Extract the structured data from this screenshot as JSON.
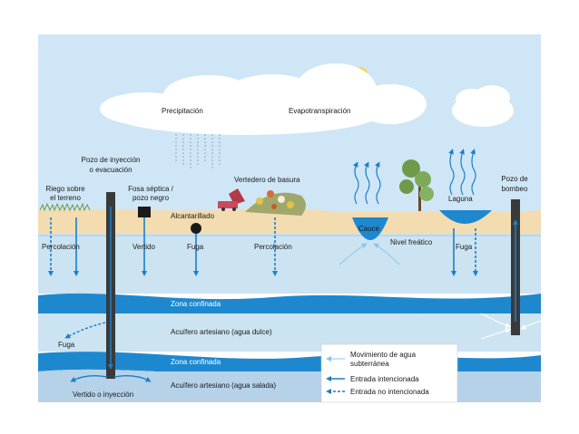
{
  "labels": {
    "precipitacion": "Precipitación",
    "evapotranspiracion": "Evapotranspiración",
    "pozo_inyeccion_1": "Pozo de inyección",
    "pozo_inyeccion_2": "o evacuación",
    "riego_1": "Riego sobre",
    "riego_2": "el terreno",
    "fosa_1": "Fosa séptica /",
    "fosa_2": "pozo negro",
    "vertedero": "Vertedero de basura",
    "alcantarillado": "Alcantarillado",
    "cauce": "Cauce",
    "laguna": "Laguna",
    "pozo_bombeo_1": "Pozo de",
    "pozo_bombeo_2": "bombeo",
    "nivel_freatico": "Nivel freático",
    "percolacion_left": "Percolación",
    "vertido": "Vertido",
    "fuga_mid": "Fuga",
    "percolacion_mid": "Percolación",
    "fuga_right": "Fuga",
    "zona_confinada_1": "Zona confinada",
    "acuifero_dulce": "Acuífero artesiano (agua dulce)",
    "fuga_left": "Fuga",
    "zona_confinada_2": "Zona confinada",
    "acuifero_salada": "Acuífero artesiano (agua salada)",
    "vertido_inyeccion": "Vertido o inyección"
  },
  "legend": {
    "movimiento_1": "Movimiento de agua",
    "movimiento_2": "subterránea",
    "intencionada": "Entrada intencionada",
    "no_intencionada": "Entrada no intencionada"
  },
  "colors": {
    "sky": "#cfe6f6",
    "ground": "#f2dcb0",
    "groundwater": "#cce3f1",
    "aquifer_band": "#1e88cf",
    "deep": "#b5d2e8",
    "arrow": "#1a7fc9",
    "sun": "#f5d83a",
    "well": "#3a3a3a"
  }
}
